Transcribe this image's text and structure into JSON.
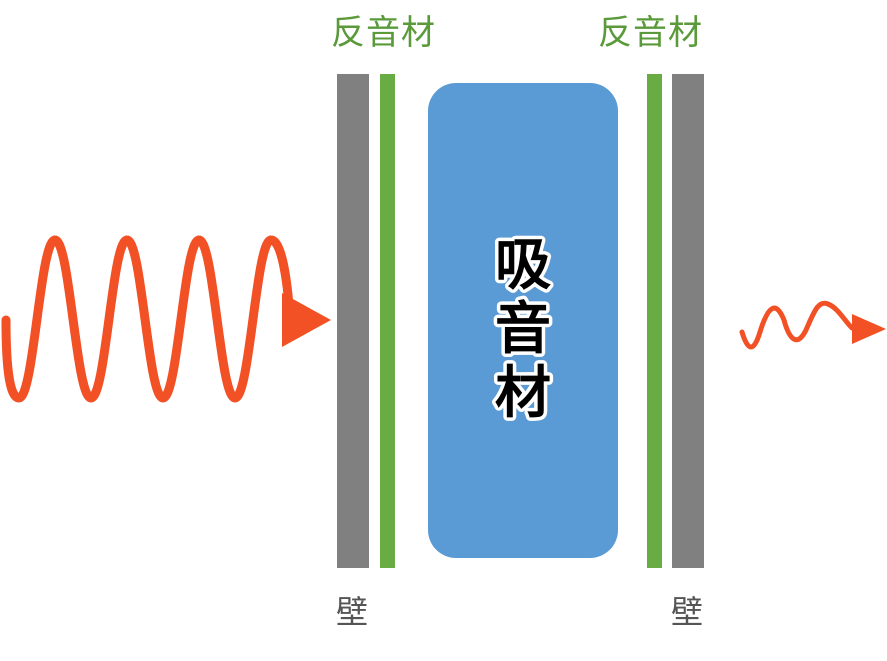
{
  "labels": {
    "reflector_left": "反音材",
    "reflector_right": "反音材",
    "absorber": "吸音材",
    "wall_left": "壁",
    "wall_right": "壁"
  },
  "colors": {
    "wall": "#808080",
    "reflector": "#6aac44",
    "absorber": "#5b9bd5",
    "wave": "#f25025",
    "reflector_text": "#5a9a3a",
    "wall_text": "#555555"
  }
}
